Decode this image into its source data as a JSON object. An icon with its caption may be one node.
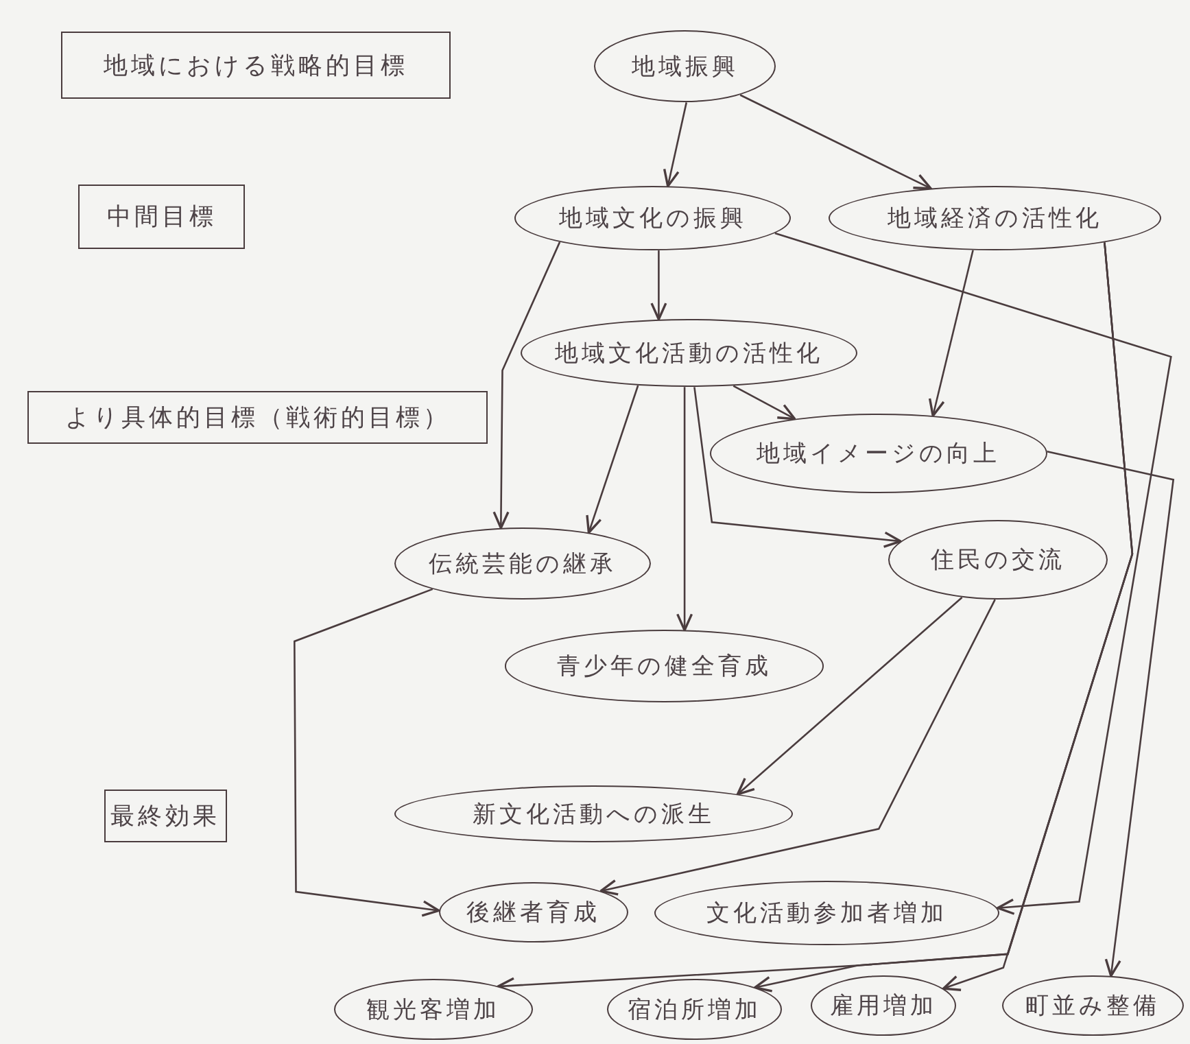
{
  "diagram": {
    "nodes": [
      {
        "text": [
          "地域における戦略的目標"
        ]
      },
      {
        "text": [
          "中間目標"
        ]
      },
      {
        "text": [
          "より具体的目標（戦術的目標）"
        ]
      },
      {
        "text": [
          "最終効果"
        ]
      },
      {
        "text": [
          "地域振興"
        ]
      },
      {
        "text": [
          "地域文化の振興"
        ]
      },
      {
        "text": [
          "地域経済の活性化"
        ]
      },
      {
        "text": [
          "地域文化活動の活性化"
        ]
      },
      {
        "text": [
          "地域イメージの向上"
        ]
      },
      {
        "text": [
          "伝統芸能の継承"
        ]
      },
      {
        "text": [
          "住民の交流"
        ]
      },
      {
        "text": [
          "青少年の健全育成"
        ]
      },
      {
        "text": [
          "新文化活動への派生"
        ]
      },
      {
        "text": [
          "後継者育成"
        ]
      },
      {
        "text": [
          "文化活動参加者増加"
        ]
      },
      {
        "text": [
          "観光客増加"
        ]
      },
      {
        "text": [
          "宿泊所増加"
        ]
      },
      {
        "text": [
          "雇用増加"
        ]
      },
      {
        "text": [
          "町並み整備"
        ]
      }
    ],
    "edges": [
      {
        "from": 4,
        "to": 5,
        "arrow": "to"
      },
      {
        "from": 4,
        "to": 6,
        "arrow": "to"
      },
      {
        "from": 5,
        "to": 7,
        "arrow": "to"
      },
      {
        "from": 5,
        "to": 9,
        "arrow": "to"
      },
      {
        "from": 5,
        "to": 14,
        "arrow": "to"
      },
      {
        "from": 6,
        "to": 8,
        "arrow": "to"
      },
      {
        "from": 6,
        "to": 17,
        "arrow": "to"
      },
      {
        "from": 6,
        "to": 15,
        "arrow": "to"
      },
      {
        "from": 6,
        "to": 16,
        "arrow": "to"
      },
      {
        "from": 7,
        "to": 8,
        "arrow": "to"
      },
      {
        "from": 7,
        "to": 9,
        "arrow": "to"
      },
      {
        "from": 7,
        "to": 11,
        "arrow": "to"
      },
      {
        "from": 7,
        "to": 10,
        "arrow": "to"
      },
      {
        "from": 8,
        "to": 18,
        "arrow": "to"
      },
      {
        "from": 9,
        "to": 13,
        "arrow": "to"
      },
      {
        "from": 10,
        "to": 12,
        "arrow": "to"
      },
      {
        "from": 10,
        "to": 13,
        "arrow": "to"
      }
    ]
  }
}
